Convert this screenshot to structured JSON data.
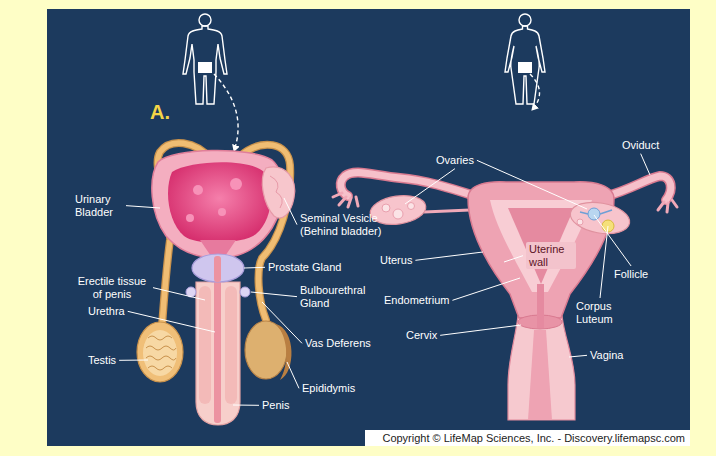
{
  "diagram": {
    "labels": [
      "A.",
      "Urinary Bladder",
      "Seminal Vesicle (Behind bladder)",
      "Prostate Gland",
      "Erectile tissue of penis",
      "Bulbourethral Gland",
      "Urethra",
      "Vas Deferens",
      "Testis",
      "Epididymis",
      "Penis",
      "Ovaries",
      "Oviduct",
      "Uterus",
      "Uterine wall",
      "Follicle",
      "Endometrium",
      "Corpus Luteum",
      "Cervix",
      "Vagina",
      "Copyright © LifeMap Sciences, Inc. - Discovery.lifemapsc.com"
    ]
  }
}
